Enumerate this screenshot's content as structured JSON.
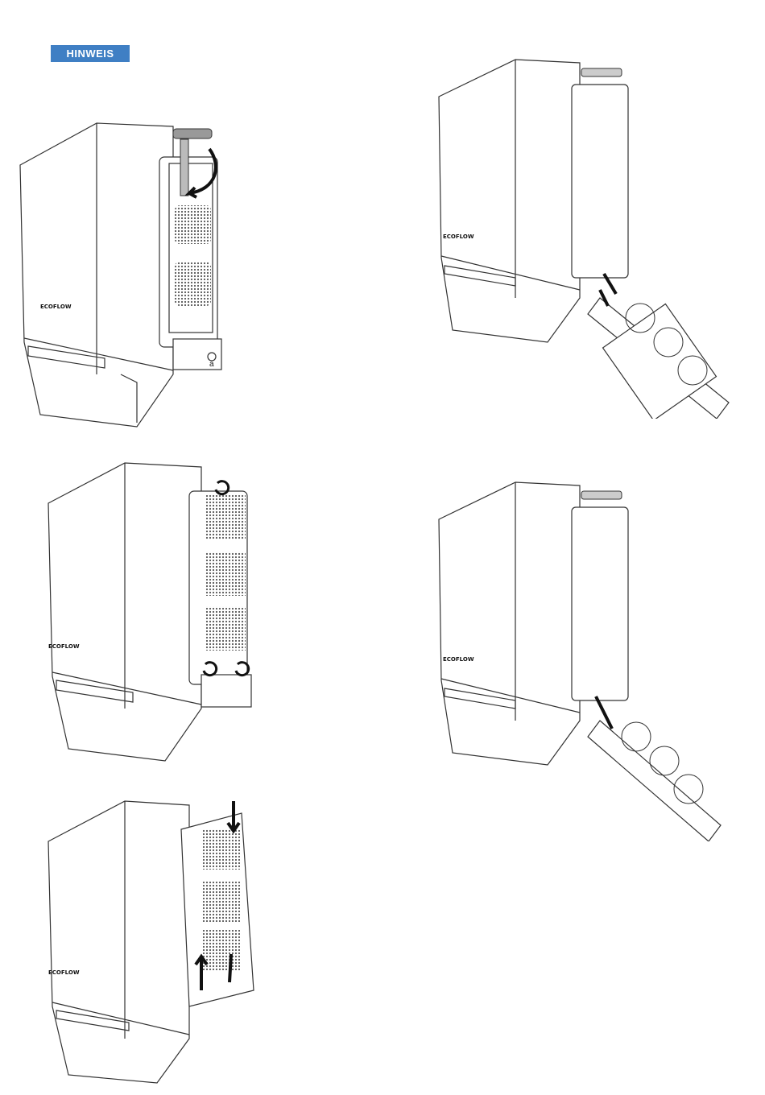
{
  "notice": {
    "label": "HINWEIS",
    "color": "#3f7fc4"
  },
  "device": {
    "brand": "ECOFLOW",
    "port_label": "a"
  },
  "figures": [
    {
      "id": "fig1",
      "step": "lift handle and rotate",
      "arrow_icon": "curved-arrow-icon"
    },
    {
      "id": "fig2",
      "step": "unscrew fan cover",
      "arrow_icon": "rotate-arrow-icon"
    },
    {
      "id": "fig3",
      "step": "remove fan cover",
      "arrow_icon": "straight-arrow-icon"
    },
    {
      "id": "fig4",
      "step": "disconnect fan cable",
      "arrow_icon": "double-arrow-icon"
    },
    {
      "id": "fig5",
      "step": "reconnect fan cable",
      "arrow_icon": "double-arrow-icon"
    }
  ]
}
